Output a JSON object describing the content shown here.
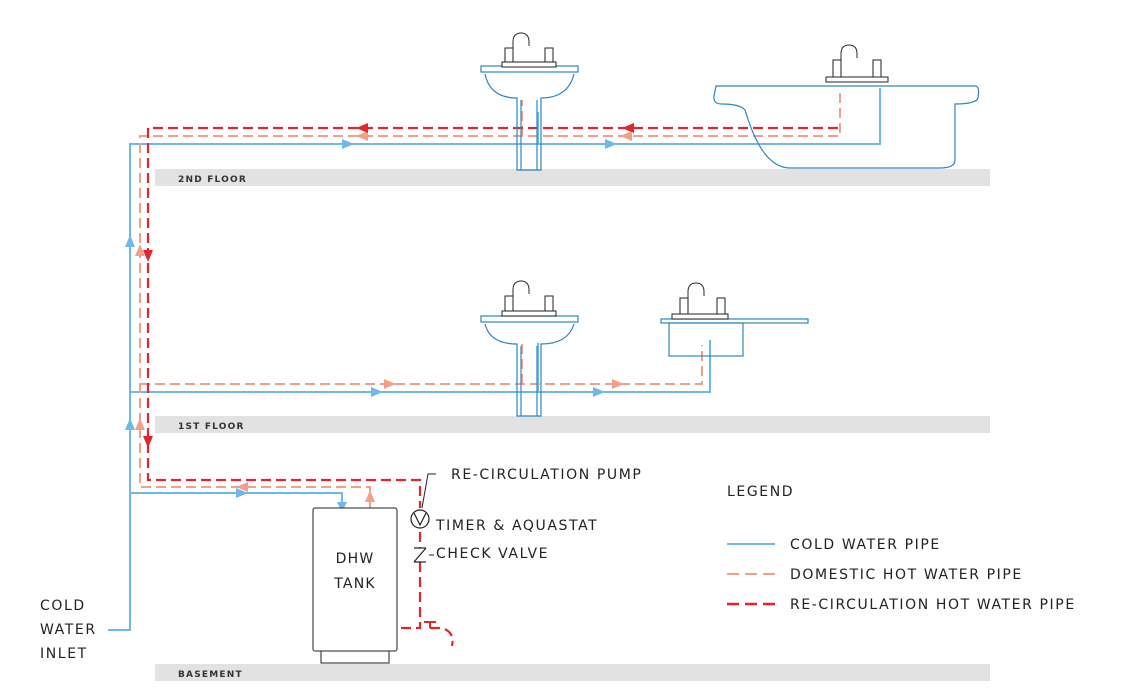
{
  "floors": [
    {
      "id": "second",
      "label": "2ND FLOOR"
    },
    {
      "id": "first",
      "label": "1ST FLOOR"
    },
    {
      "id": "basement",
      "label": "BASEMENT"
    }
  ],
  "tank": {
    "line1": "DHW",
    "line2": "TANK"
  },
  "inlet": {
    "line1": "COLD",
    "line2": "WATER",
    "line3": "INLET"
  },
  "annotations": {
    "pump": "RE-CIRCULATION PUMP",
    "timer": "TIMER & AQUASTAT",
    "check_valve": "CHECK VALVE"
  },
  "legend": {
    "title": "LEGEND",
    "items": [
      {
        "label": "COLD WATER PIPE",
        "style": "solid",
        "color": "#6fb9e9"
      },
      {
        "label": "DOMESTIC HOT WATER PIPE",
        "style": "dashed",
        "color": "#f3a08b"
      },
      {
        "label": "RE-CIRCULATION HOT WATER PIPE",
        "style": "dashed",
        "color": "#e1262d"
      }
    ]
  },
  "colors": {
    "cold": "#6fb9e9",
    "hot": "#f3a08b",
    "recirc": "#e1262d",
    "floor": "#e2e2e2"
  }
}
